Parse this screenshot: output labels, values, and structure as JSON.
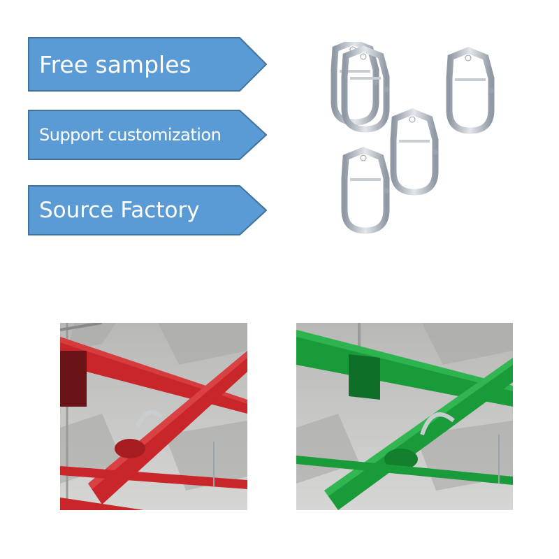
{
  "banners": {
    "free_samples": "Free samples",
    "support_customization": "Support customization",
    "source_factory": "Source Factory"
  },
  "colors": {
    "banner_fill": "#5b9bd5",
    "banner_border": "#41719c",
    "pipe_red": "#c8262a",
    "pipe_green": "#1a9b3a",
    "hanger_steel": "#b9c0c8"
  },
  "images": {
    "hangers": "clevis-hanger-product-photo",
    "red_pipe": "red-sprinkler-pipe-installation-photo",
    "green_pipe": "green-sprinkler-pipe-installation-photo"
  }
}
